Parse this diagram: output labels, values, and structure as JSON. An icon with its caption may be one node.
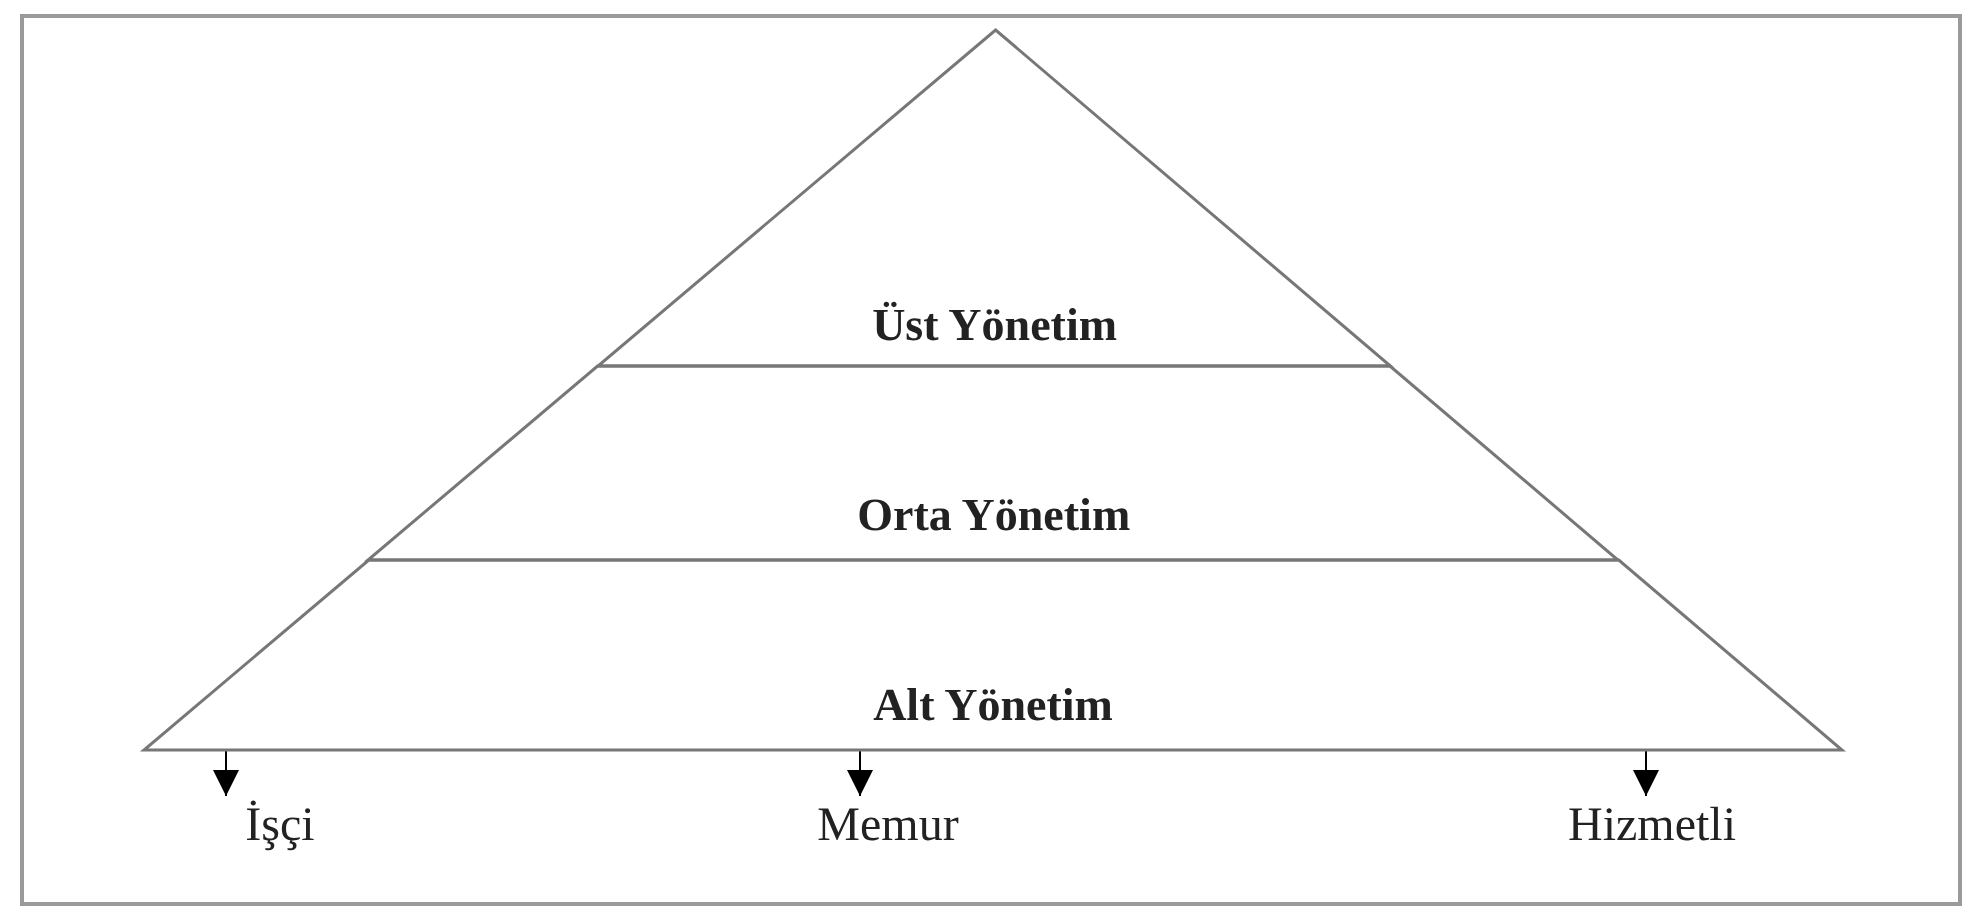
{
  "diagram": {
    "nodes": [
      {
        "text": [
          "Üst Yönetim"
        ]
      },
      {
        "text": [
          "Orta Yönetim"
        ]
      },
      {
        "text": [
          "Alt Yönetim"
        ]
      },
      {
        "text": [
          "İşçi"
        ]
      },
      {
        "text": [
          "Memur"
        ]
      },
      {
        "text": [
          "Hizmetli"
        ]
      }
    ],
    "edges": [
      {
        "from": 2,
        "to": 3,
        "arrow": "to"
      },
      {
        "from": 2,
        "to": 4,
        "arrow": "to"
      },
      {
        "from": 2,
        "to": 5,
        "arrow": "to"
      }
    ]
  }
}
